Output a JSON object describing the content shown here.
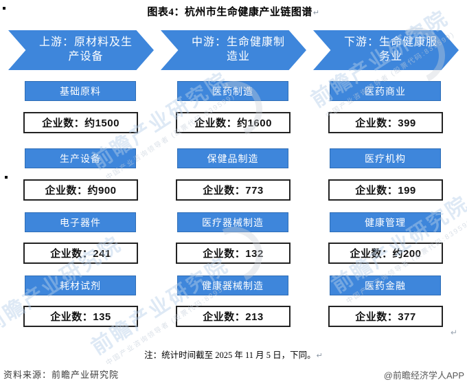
{
  "title": "图表4：杭州市生命健康产业链图谱",
  "pilcrow": "↵",
  "columns": [
    {
      "header": "上游：原材料及生产设备",
      "items": [
        {
          "category": "基础原料",
          "count": "企业数：约1500"
        },
        {
          "category": "生产设备",
          "count": "企业数：约900"
        },
        {
          "category": "电子器件",
          "count": "企业数：241"
        },
        {
          "category": "耗材试剂",
          "count": "企业数：135"
        }
      ]
    },
    {
      "header": "中游：生命健康制造业",
      "items": [
        {
          "category": "医药制造",
          "count": "企业数：约1600"
        },
        {
          "category": "保健品制造",
          "count": "企业数：773"
        },
        {
          "category": "医疗器械制造",
          "count": "企业数：132"
        },
        {
          "category": "健康器械制造",
          "count": "企业数：213"
        }
      ]
    },
    {
      "header": "下游：生命健康服务业",
      "items": [
        {
          "category": "医药商业",
          "count": "企业数：399"
        },
        {
          "category": "医疗机构",
          "count": "企业数：199"
        },
        {
          "category": "健康管理",
          "count": "企业数：约200"
        },
        {
          "category": "医药金融",
          "count": "企业数：377"
        }
      ]
    }
  ],
  "note": "注：统计时间截至 2025 年 11 月 5 日，下同。",
  "source": "资料来源：前瞻产业研究院",
  "credit": "@前瞻经济学人APP",
  "watermark": {
    "brand": "前瞻产业研究院",
    "sub": "中国产业咨询领导者 (股票代码:839599)"
  },
  "colors": {
    "accent_blue": "#3E86DB",
    "box_border_dark": "#222222",
    "watermark_blue": "#B7CFE9"
  }
}
